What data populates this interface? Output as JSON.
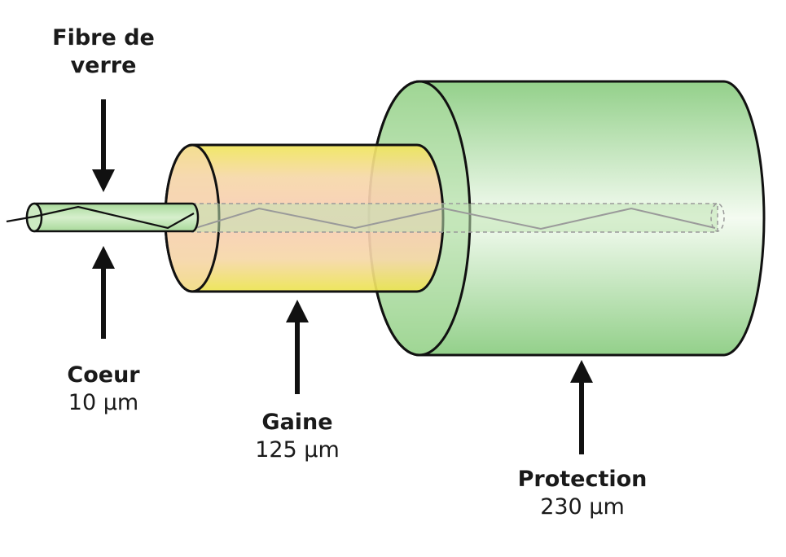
{
  "labels": {
    "fibre": {
      "line1": "Fibre de",
      "line2": "verre"
    },
    "coeur": {
      "title": "Coeur",
      "value": "10 µm"
    },
    "gaine": {
      "title": "Gaine",
      "value": "125 µm"
    },
    "protection": {
      "title": "Protection",
      "value": "230 µm"
    }
  },
  "colors": {
    "core_fill": "#b5dfa8",
    "gaine_edge": "#ece44f",
    "gaine_mid": "#f8cfb4",
    "protection_dark": "#93d08a",
    "protection_light": "#eef9ea",
    "stroke": "#111111"
  }
}
